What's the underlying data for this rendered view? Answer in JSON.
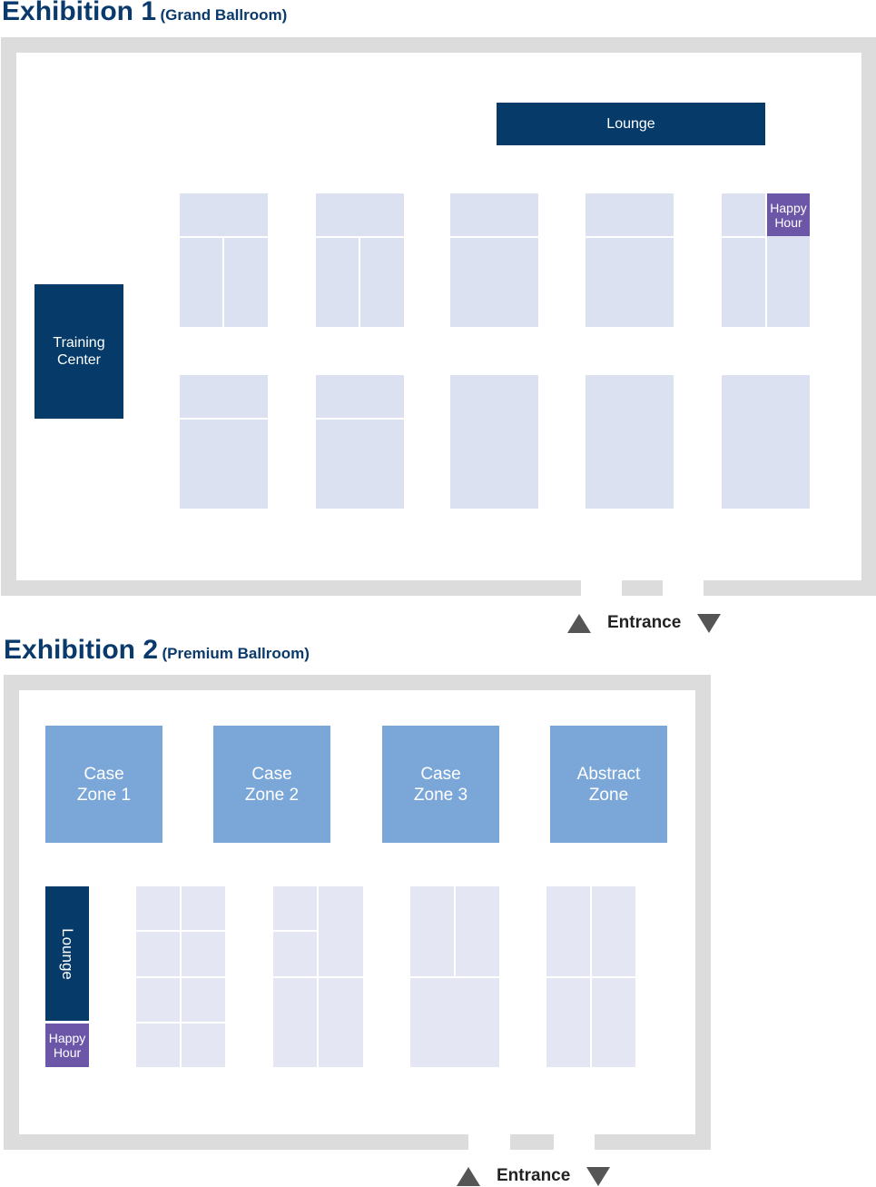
{
  "hall1": {
    "title": "Exhibition 1",
    "subtitle": "(Grand Ballroom)",
    "lounge": "Lounge",
    "training": "Training\nCenter",
    "happy_hour": "Happy\nHour",
    "entrance": "Entrance"
  },
  "hall2": {
    "title": "Exhibition 2",
    "subtitle": "(Premium Ballroom)",
    "zones": [
      "Case\nZone 1",
      "Case\nZone 2",
      "Case\nZone 3",
      "Abstract\nZone"
    ],
    "lounge": "Lounge",
    "happy_hour": "Happy\nHour",
    "entrance": "Entrance"
  },
  "colors": {
    "navy": "#053a69",
    "purple": "#6c56a7",
    "zone_blue": "#7ba7d8",
    "booth": "#dce1f2",
    "wall": "#dcdcdc"
  }
}
